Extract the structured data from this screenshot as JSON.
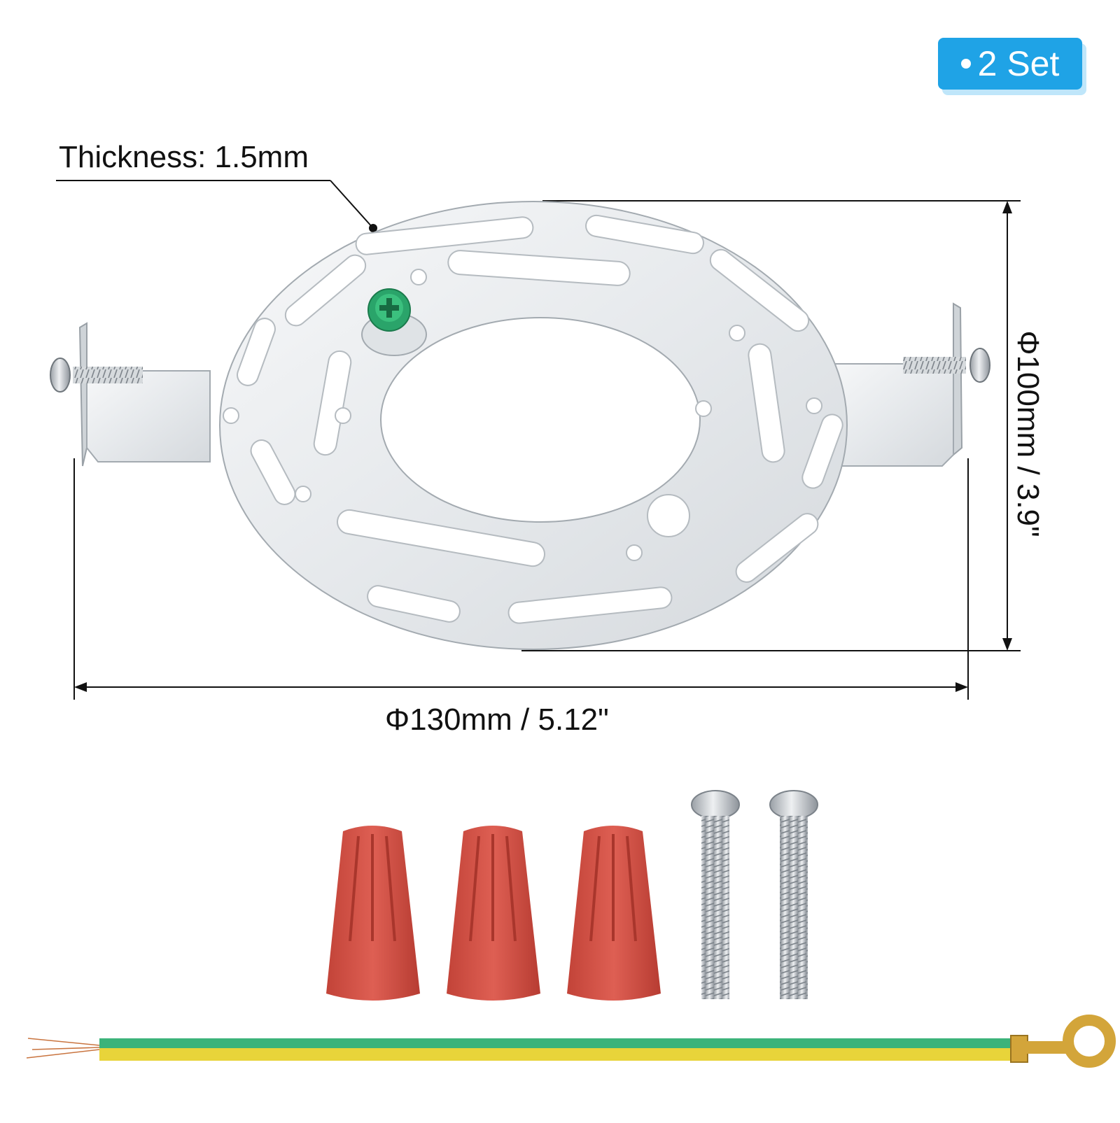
{
  "badge": {
    "text": "2 Set",
    "color": "#1fa3e6"
  },
  "labels": {
    "thickness": "Thickness: 1.5mm",
    "diameter_height": "Φ100mm / 3.9\"",
    "diameter_width": "Φ130mm / 5.12\""
  },
  "items": {
    "mounting_plate": "crossbar-ring-plate",
    "wire_nuts": 3,
    "machine_screws": 2,
    "ground_wire": "green-yellow-ground-wire"
  },
  "colors": {
    "metal": "#e9ecef",
    "wire_nut": "#d9554a",
    "ground_green": "#3bb37a",
    "ground_yellow": "#e8d43a",
    "ground_screw": "#2aa46a"
  }
}
